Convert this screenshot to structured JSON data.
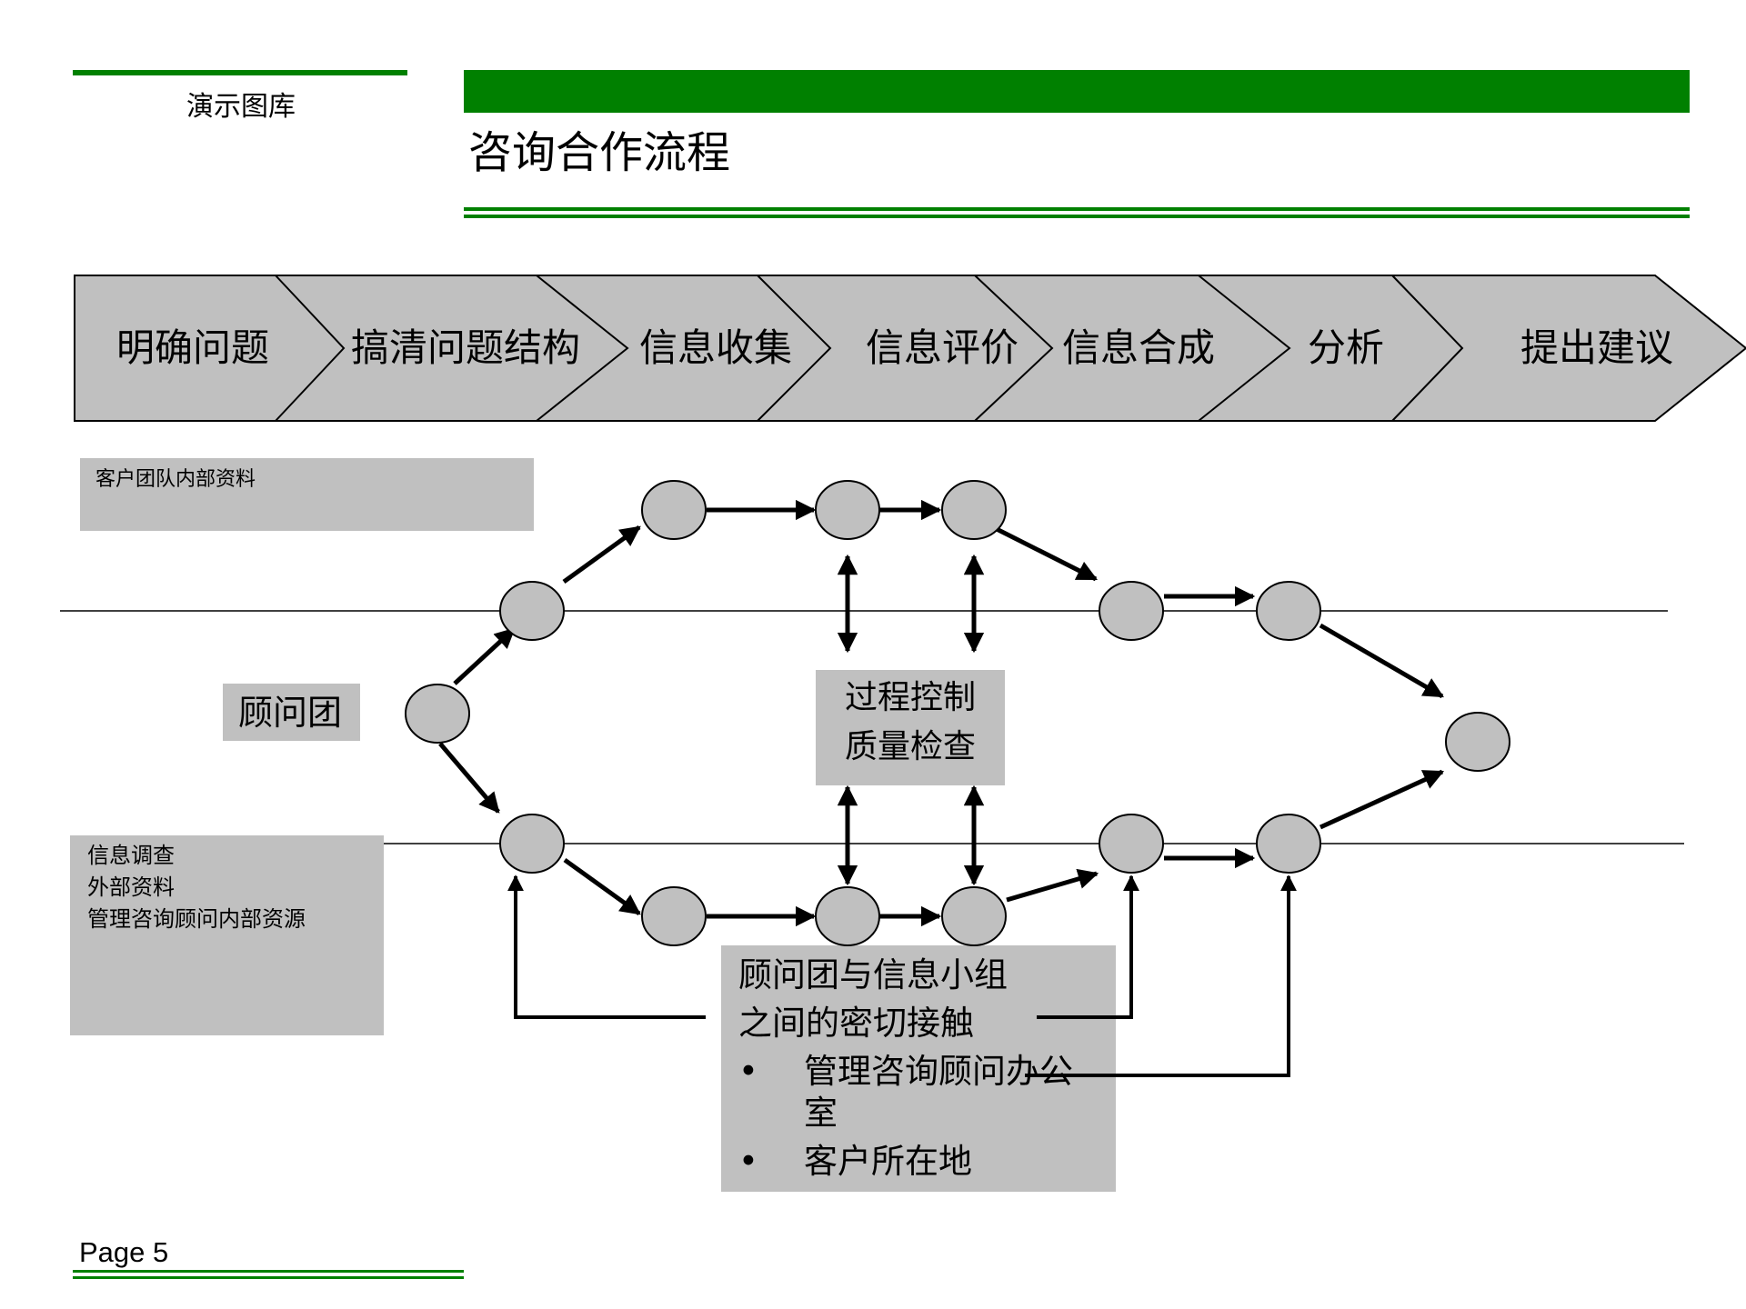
{
  "header": {
    "brand": "演示图库",
    "title": "咨询合作流程"
  },
  "process_steps": [
    "明确问题",
    "搞清问题结构",
    "信息收集",
    "信息评价",
    "信息合成",
    "分析",
    "提出建议"
  ],
  "boxes": {
    "client_team": "客户团队内部资料",
    "consultant_team": "顾问团",
    "info_sources": [
      "信息调查",
      "外部资料",
      "管理咨询顾问内部资源"
    ],
    "quality_control": [
      "过程控制",
      "质量检查"
    ],
    "cooperation": {
      "lines": [
        "顾问团与信息小组",
        "之间的密切接触"
      ],
      "bullet": "•",
      "bullets": [
        {
          "line1": "管理咨询顾问办公",
          "line2": "室"
        },
        {
          "line1": "客户所在地",
          "line2": ""
        }
      ]
    }
  },
  "footer": {
    "page": "Page 5"
  },
  "colors": {
    "accent": "#008000",
    "box_fill": "#c0c0c0",
    "node_fill": "#c0c0c0"
  }
}
